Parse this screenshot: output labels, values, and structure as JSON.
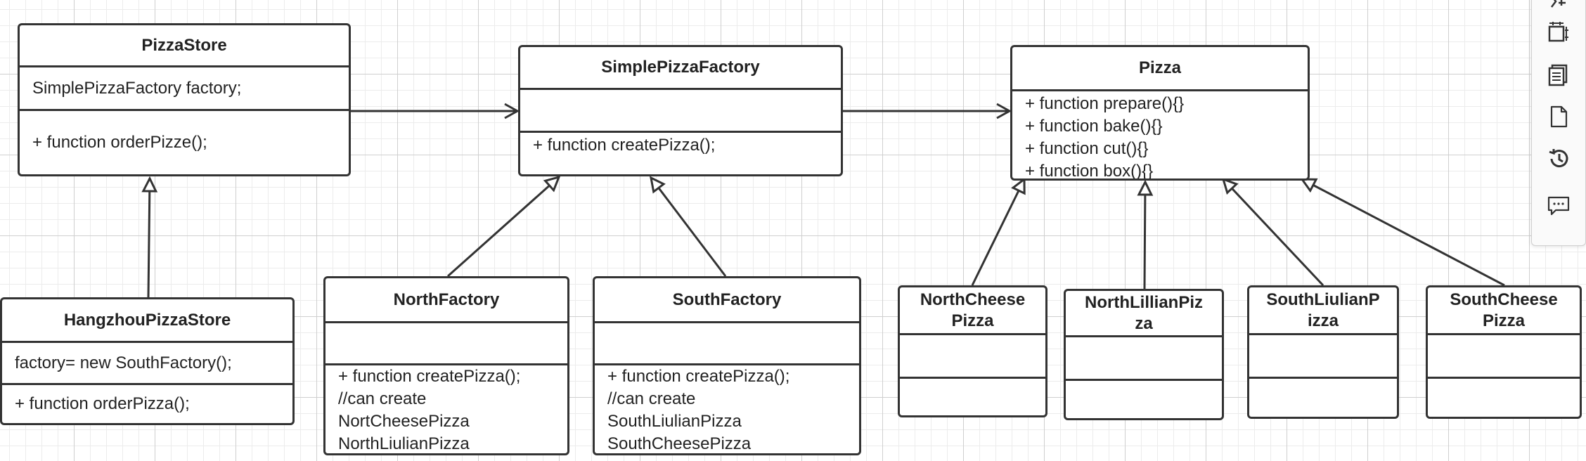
{
  "classes": {
    "pizza_store": {
      "name": "PizzaStore",
      "fields": [
        "SimplePizzaFactory factory;"
      ],
      "methods": [
        "+ function orderPizze();"
      ]
    },
    "simple_pizza_factory": {
      "name": "SimplePizzaFactory",
      "fields": [],
      "methods": [
        "+ function createPizza();"
      ]
    },
    "pizza": {
      "name": "Pizza",
      "methods": [
        "+ function prepare(){}",
        "+ function bake(){}",
        "+ function cut(){}",
        "+ function box(){}"
      ]
    },
    "hangzhou_pizza_store": {
      "name": "HangzhouPizzaStore",
      "fields": [
        "factory= new SouthFactory();"
      ],
      "methods": [
        "+ function orderPizza();"
      ]
    },
    "north_factory": {
      "name": "NorthFactory",
      "methods": [
        "+ function createPizza();",
        "//can create",
        "NortCheesePizza",
        "NorthLiulianPizza"
      ]
    },
    "south_factory": {
      "name": "SouthFactory",
      "methods": [
        "+ function createPizza();",
        "//can create",
        "SouthLiulianPizza",
        "SouthCheesePizza"
      ]
    },
    "north_cheese_pizza": {
      "name_lines": [
        "NorthCheese",
        "Pizza"
      ]
    },
    "north_lillian_pizza": {
      "name_lines": [
        "NorthLillianPiz",
        "za"
      ]
    },
    "south_liulian_pizza": {
      "name_lines": [
        "SouthLiulianP",
        "izza"
      ]
    },
    "south_cheese_pizza": {
      "name_lines": [
        "SouthCheese",
        "Pizza"
      ]
    }
  },
  "relations": [
    {
      "type": "association",
      "from": "PizzaStore",
      "to": "SimplePizzaFactory"
    },
    {
      "type": "association",
      "from": "SimplePizzaFactory",
      "to": "Pizza"
    },
    {
      "type": "inheritance",
      "from": "HangzhouPizzaStore",
      "to": "PizzaStore"
    },
    {
      "type": "inheritance",
      "from": "NorthFactory",
      "to": "SimplePizzaFactory"
    },
    {
      "type": "inheritance",
      "from": "SouthFactory",
      "to": "SimplePizzaFactory"
    },
    {
      "type": "inheritance",
      "from": "NorthCheesePizza",
      "to": "Pizza"
    },
    {
      "type": "inheritance",
      "from": "NorthLillianPizza",
      "to": "Pizza"
    },
    {
      "type": "inheritance",
      "from": "SouthLiulianPizza",
      "to": "Pizza"
    },
    {
      "type": "inheritance",
      "from": "SouthCheesePizza",
      "to": "Pizza"
    }
  ],
  "toolbar": {
    "icons": [
      "format-icon",
      "canvas-size-icon",
      "pages-icon",
      "page-icon",
      "history-icon",
      "comment-icon"
    ]
  },
  "colors": {
    "stroke": "#333333",
    "fill": "#ffffff",
    "grid": "#cfcfcf"
  }
}
